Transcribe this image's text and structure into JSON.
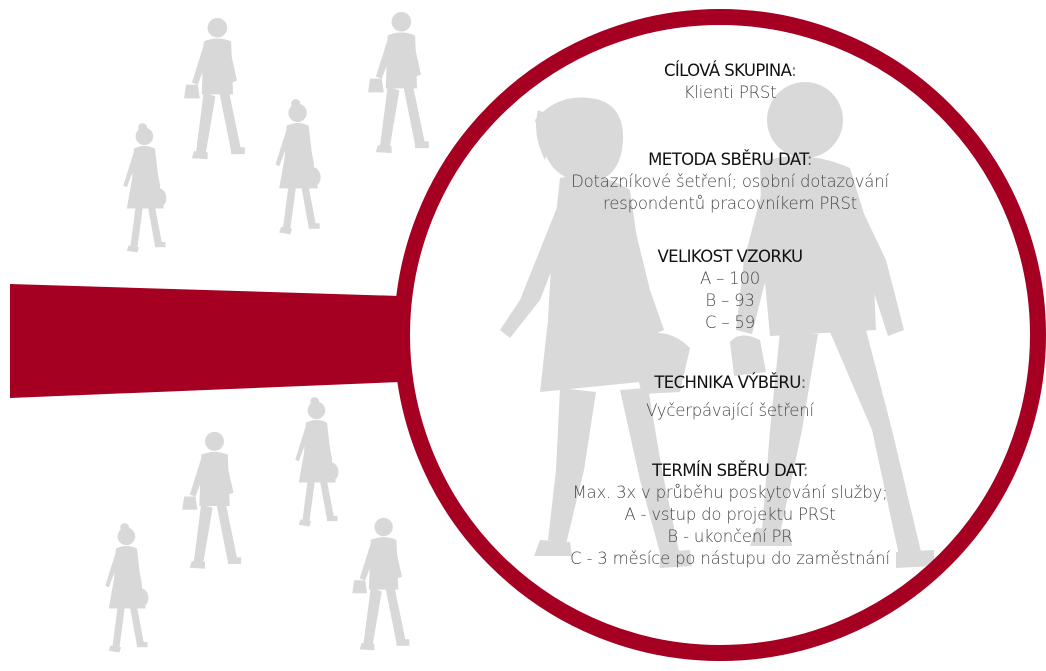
{
  "colors": {
    "accent": "#a50021",
    "silhouette": "#d8d8d8",
    "silhouette_large": "#d9d9d9",
    "heading": "#111111",
    "text": "#4a4a4a"
  },
  "icons": {
    "magnifier": "magnifying-glass-icon",
    "people": "walking-person-icon"
  },
  "sections": {
    "target_group": {
      "heading": "CÍLOVÁ SKUPINA",
      "colon": ":",
      "lines": [
        "Klienti PRSt"
      ]
    },
    "collection_method": {
      "heading": "METODA SBĚRU DAT",
      "colon": ":",
      "lines": [
        "Dotazníkové šetření; osobní dotazování",
        "respondentů pracovníkem PRSt"
      ]
    },
    "sample_size": {
      "heading": "VELIKOST VZORKU",
      "colon": "",
      "lines": [
        "A – 100",
        "B – 93",
        "C – 59"
      ]
    },
    "selection_technique": {
      "heading": "TECHNIKA VÝBĚRU",
      "colon": ":",
      "lines": [
        "Vyčerpávající šetření"
      ]
    },
    "collection_term": {
      "heading": "TERMÍN SBĚRU DAT",
      "colon": ":",
      "lines": [
        "Max. 3x v průběhu poskytování služby;",
        "A - vstup do projektu PRSt",
        "B - ukončení PR",
        "C - 3 měsíce po nástupu do zaměstnání"
      ]
    }
  }
}
